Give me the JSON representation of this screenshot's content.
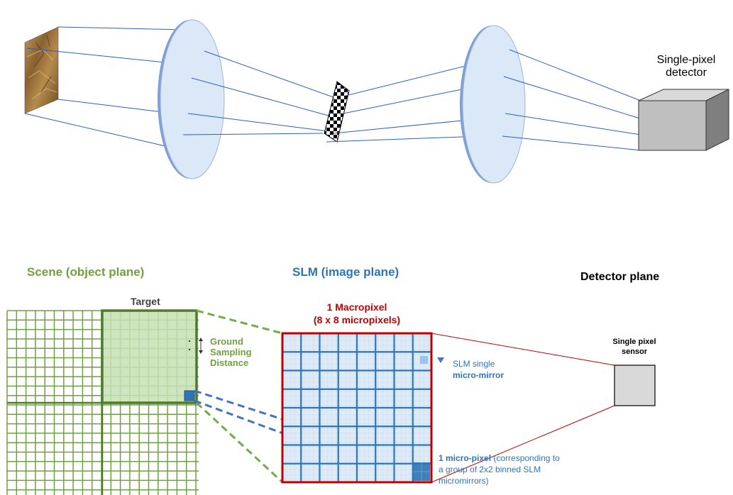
{
  "top": {
    "detector_label_line1": "Single-pixel",
    "detector_label_line2": "detector"
  },
  "bottom": {
    "scene_title": "Scene (object plane)",
    "slm_title": "SLM (image plane)",
    "detector_title": "Detector plane",
    "target_label": "Target",
    "gsd_line1": "Ground",
    "gsd_line2": "Sampling",
    "gsd_line3": "Distance",
    "macropixel_line1": "1 Macropixel",
    "macropixel_line2": "(8 x 8 micropixels)",
    "micromirror_line1": "SLM single",
    "micromirror_line2": "micro-mirror",
    "micropixel_bold": "1 micro-pixel",
    "micropixel_rest1": " (corresponding to",
    "micropixel_line2": "a group of 2x2 binned SLM",
    "micropixel_line3": "micromirrors)",
    "sensor_line1": "Single pixel",
    "sensor_line2": "sensor"
  },
  "colors": {
    "green": "#70a041",
    "dark_green": "#4f7a2a",
    "blue": "#2e75b6",
    "red": "#c00000",
    "lens_fill": "#dbe8f7",
    "lens_edge": "#7f9fd5"
  }
}
